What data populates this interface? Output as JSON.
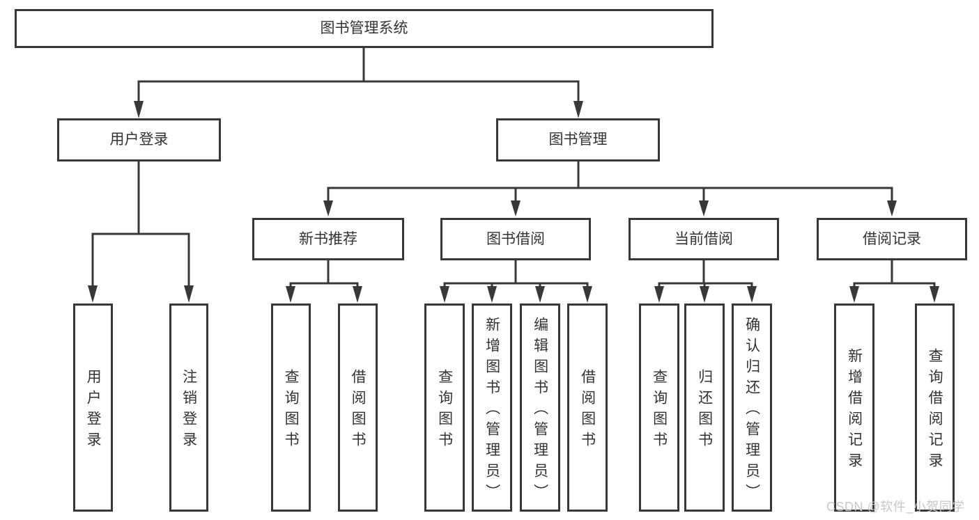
{
  "diagram": {
    "root": "图书管理系统",
    "level2": {
      "user_login": "用户登录",
      "book_mgmt": "图书管理"
    },
    "level3": {
      "new_book_rec": "新书推荐",
      "book_borrow": "图书借阅",
      "current_borrow": "当前借阅",
      "borrow_records": "借阅记录"
    },
    "leaves": {
      "login_user_login": "用户登录",
      "login_logout": "注销登录",
      "rec_query_books": "查询图书",
      "rec_borrow_books": "借阅图书",
      "bb_query_books": "查询图书",
      "bb_add_books_admin": "新增图书（管理员）",
      "bb_edit_books_admin": "编辑图书（管理员）",
      "bb_borrow_books": "借阅图书",
      "cb_query_books": "查询图书",
      "cb_return_books": "归还图书",
      "cb_confirm_return_admin": "确认归还（管理员）",
      "br_add_record": "新增借阅记录",
      "br_query_record": "查询借阅记录"
    }
  },
  "watermark": "CSDN @软件_小贺同学",
  "colors": {
    "line": "#383838",
    "text": "#333333",
    "watermark": "#c8c8c8",
    "background": "#ffffff"
  }
}
